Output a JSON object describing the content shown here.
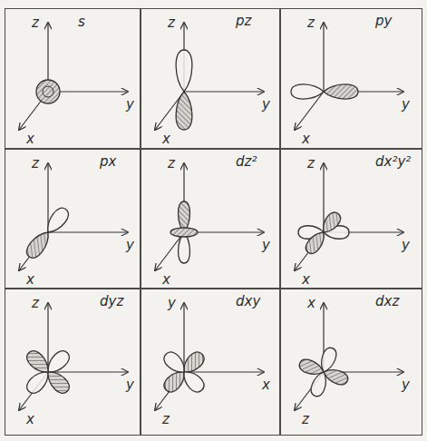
{
  "diagram": {
    "nodes": [
      {
        "text": [
          "s"
        ]
      },
      {
        "text": [
          "pz"
        ]
      },
      {
        "text": [
          "py"
        ]
      },
      {
        "text": [
          "px"
        ]
      },
      {
        "text": [
          "dz²"
        ]
      },
      {
        "text": [
          "dx²y²"
        ]
      },
      {
        "text": [
          "dyz"
        ]
      },
      {
        "text": [
          "dxy"
        ]
      },
      {
        "text": [
          "dxz"
        ]
      }
    ],
    "labels": [
      "z",
      "y",
      "x",
      "z",
      "y",
      "x",
      "z",
      "y",
      "x",
      "z",
      "y",
      "x",
      "z",
      "y",
      "x",
      "z",
      "y",
      "x",
      "z",
      "y",
      "x",
      "y",
      "x",
      "z",
      "x",
      "y",
      "z"
    ]
  }
}
